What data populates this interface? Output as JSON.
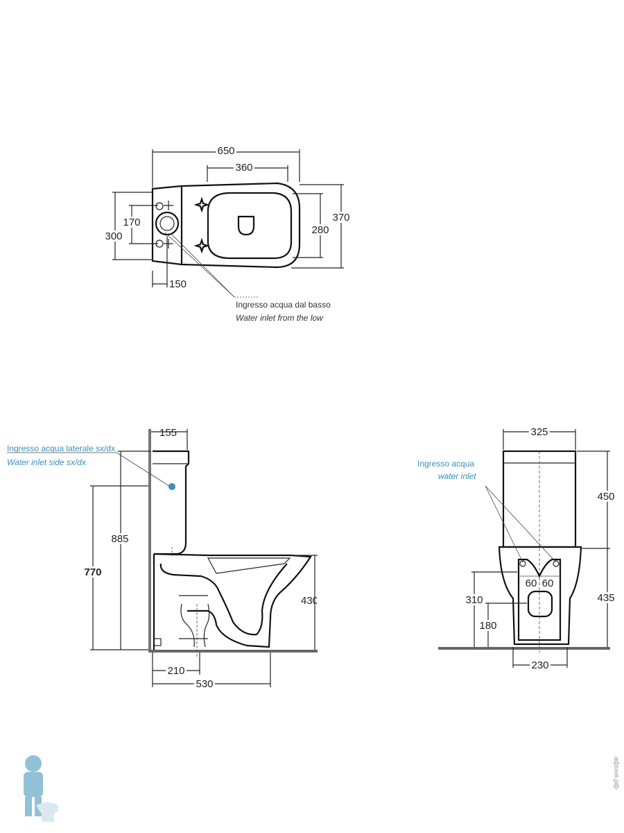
{
  "top_view": {
    "dims": {
      "total_length": "650",
      "seat_width": "360",
      "depth_total": "300",
      "hole_spacing": "170",
      "bowl_inner": "280",
      "overall_width": "370",
      "inlet_offset": "150"
    },
    "note_it": "Ingresso acqua dal basso",
    "note_en": "Water inlet from the low"
  },
  "side_view": {
    "dims": {
      "tank_offset": "155",
      "total_height": "885",
      "inlet_height": "770",
      "bowl_height": "430",
      "outlet_offset": "210",
      "length": "530"
    },
    "note_it": "Ingresso acqua laterale sx/dx",
    "note_en": "Water inlet side sx/dx"
  },
  "front_view": {
    "dims": {
      "tank_width": "325",
      "tank_height": "450",
      "bowl_height": "435",
      "fix_left": "60",
      "fix_right": "60",
      "outlet_height": "310",
      "outlet_center": "180",
      "base_width": "230"
    },
    "note_it": "Ingresso acqua",
    "note_en": "water inlet"
  },
  "colors": {
    "line": "#222222",
    "accent": "#3a8fb7",
    "floor": "#666666"
  },
  "watermark": "афоня.рф",
  "logo": {
    "icon": "plumber-mascot-icon"
  }
}
